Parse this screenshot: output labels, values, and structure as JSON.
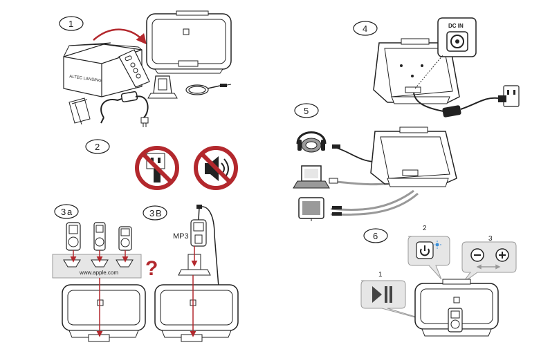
{
  "steps": {
    "s1": "1",
    "s2": "2",
    "s3a": "3",
    "s3a_sub": "a",
    "s3b": "3",
    "s3b_sub": "B",
    "s4": "4",
    "s5": "5",
    "s6": "6"
  },
  "labels": {
    "brand": "ALTEC LANSING",
    "apple_url": "www.apple.com",
    "question": "?",
    "mp3": "MP3",
    "dc_in": "DC IN",
    "callout_1": "1",
    "callout_2": "2",
    "callout_3": "3"
  },
  "colors": {
    "accent_red": "#b3282d",
    "line": "#222222",
    "panel_gray": "#e6e6e6",
    "mid_gray": "#9a9a9a"
  },
  "icons": [
    "arrow-icon",
    "no-plug-icon",
    "no-sound-icon",
    "play-pause-icon",
    "power-icon",
    "minus-icon",
    "plus-icon",
    "headphones-icon",
    "laptop-icon",
    "tv-icon"
  ]
}
